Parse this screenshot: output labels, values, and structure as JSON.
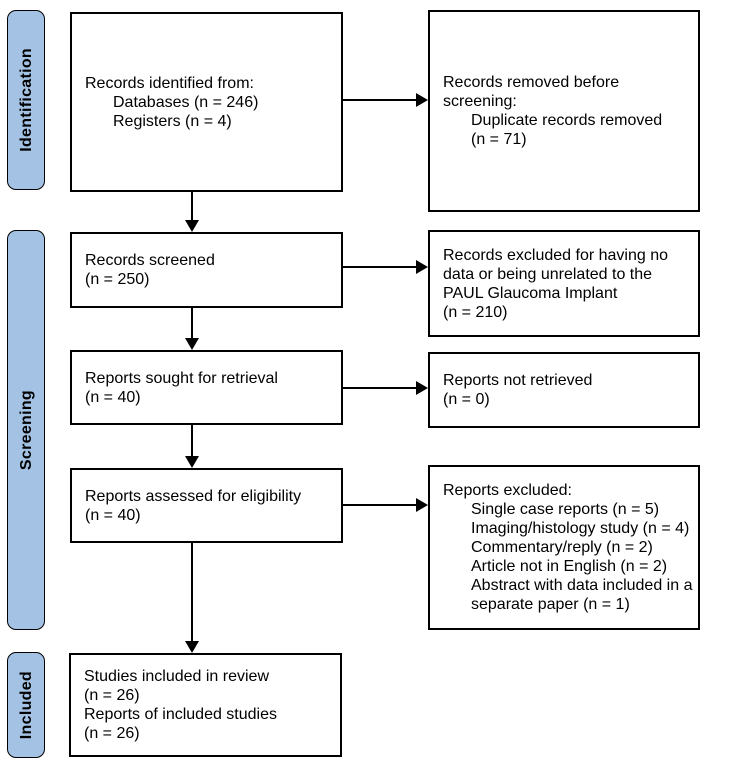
{
  "sidebar": {
    "identification": "Identification",
    "screening": "Screening",
    "included": "Included"
  },
  "boxes": {
    "records_identified": {
      "l0": "Records identified from:",
      "l1": "Databases (n = 246)",
      "l2": "Registers (n = 4)"
    },
    "records_removed": {
      "l0": "Records removed before",
      "l1": "screening:",
      "l2": "Duplicate records removed",
      "l3": "(n = 71)"
    },
    "records_screened": {
      "l0": "Records screened",
      "l1": "(n = 250)"
    },
    "records_excluded": {
      "l0": "Records excluded for having no",
      "l1": "data or being unrelated to the",
      "l2": "PAUL Glaucoma Implant",
      "l3": "(n = 210)"
    },
    "reports_sought": {
      "l0": "Reports sought for retrieval",
      "l1": "(n = 40)"
    },
    "reports_not_retrieved": {
      "l0": "Reports not retrieved",
      "l1": "(n = 0)"
    },
    "reports_assessed": {
      "l0": "Reports assessed for eligibility",
      "l1": "(n = 40)"
    },
    "reports_excluded": {
      "l0": "Reports excluded:",
      "l1": "Single case reports (n = 5)",
      "l2": "Imaging/histology study (n = 4)",
      "l3": "Commentary/reply (n = 2)",
      "l4": "Article not in English (n = 2)",
      "l5": "Abstract with data included in a",
      "l6": "separate paper (n = 1)"
    },
    "studies_included": {
      "l0": "Studies included in review",
      "l1": "(n = 26)",
      "l2": "Reports of included studies",
      "l3": "(n = 26)"
    }
  },
  "colors": {
    "stage_fill": "#a4c2e4",
    "line": "#000000"
  }
}
